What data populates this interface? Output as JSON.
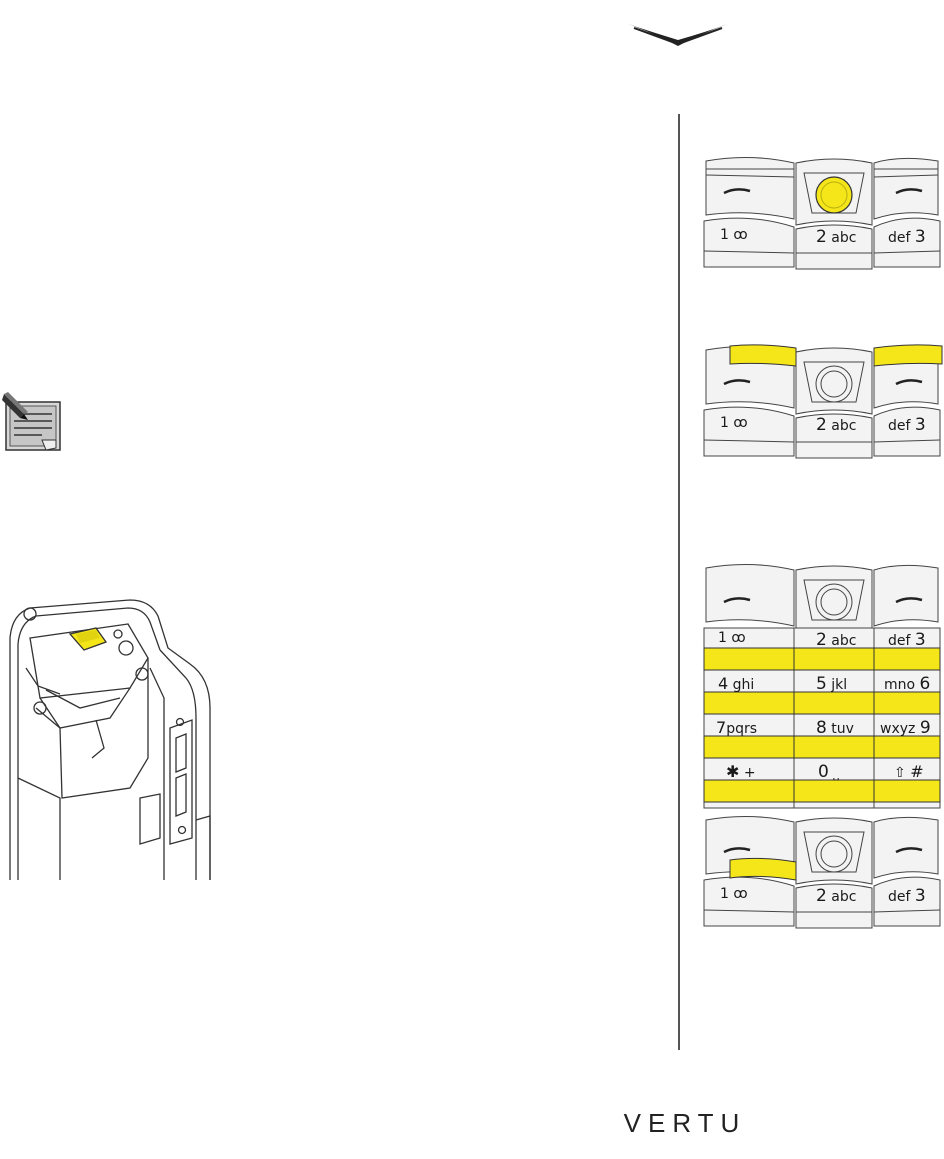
{
  "brand": {
    "wordmark": "VERTU"
  },
  "colors": {
    "highlight": "#f5e61a",
    "line": "#444444",
    "key_face": "#f3f3f3"
  },
  "keypads": {
    "nav": {
      "row1": [
        {
          "label": "1",
          "sub": "ꝏ"
        },
        {
          "label": "2",
          "sub": "abc"
        },
        {
          "label": "def",
          "sub": "3"
        }
      ]
    },
    "softkeys": {
      "row1": [
        {
          "label": "1",
          "sub": "ꝏ"
        },
        {
          "label": "2",
          "sub": "abc"
        },
        {
          "label": "def",
          "sub": "3"
        }
      ]
    },
    "full": {
      "rows": [
        [
          {
            "label": "1",
            "sub": "ꝏ"
          },
          {
            "label": "2",
            "sub": "abc"
          },
          {
            "label": "def",
            "sub": "3"
          }
        ],
        [
          {
            "label": "4",
            "sub": "ghi"
          },
          {
            "label": "5",
            "sub": "jkl"
          },
          {
            "label": "mno",
            "sub": "6"
          }
        ],
        [
          {
            "label": "7",
            "sub": "pqrs"
          },
          {
            "label": "8",
            "sub": "tuv"
          },
          {
            "label": "wxyz",
            "sub": "9"
          }
        ],
        [
          {
            "label": "✱",
            "sub": "+"
          },
          {
            "label": "0",
            "sub": "⎵"
          },
          {
            "label": "⇧",
            "sub": "#"
          }
        ]
      ]
    },
    "leftsoft": {
      "row1": [
        {
          "label": "1",
          "sub": "ꝏ"
        },
        {
          "label": "2",
          "sub": "abc"
        },
        {
          "label": "def",
          "sub": "3"
        }
      ]
    }
  }
}
